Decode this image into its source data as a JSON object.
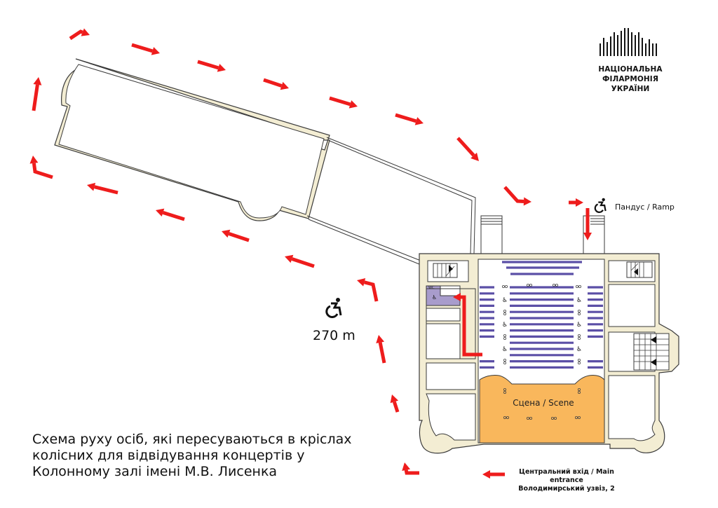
{
  "logo": {
    "name": "НАЦІОНАЛЬНА ФІЛАРМОНІЯ",
    "subname": "УКРАЇНИ",
    "icon": "organ-pipes-icon"
  },
  "caption": {
    "lines": [
      "Схема руху осіб, які пересуваються в кріслах",
      "колісних для відвідування концертів у",
      "Колонному залі імені М.В. Лисенка"
    ]
  },
  "route": {
    "distance": "270 m",
    "icon": "wheelchair-icon",
    "color": "#ee1c1c"
  },
  "ramp": {
    "label": "Пандус / Ramp",
    "icon": "wheelchair-icon"
  },
  "stage": {
    "label": "Сцена / Scene",
    "color": "#f9b75c"
  },
  "wc": {
    "label": "WC",
    "icon": "wheelchair-icon",
    "color": "#a89ccc"
  },
  "entrance": {
    "line1": "Центральний вхід / Main entrance",
    "line2": "Володимирський узвіз, 2",
    "icon": "arrow-left-icon"
  },
  "colors": {
    "wall": "#f3edd3",
    "seat_rows": "#5b4fa6",
    "arrows": "#ee1c1c"
  }
}
